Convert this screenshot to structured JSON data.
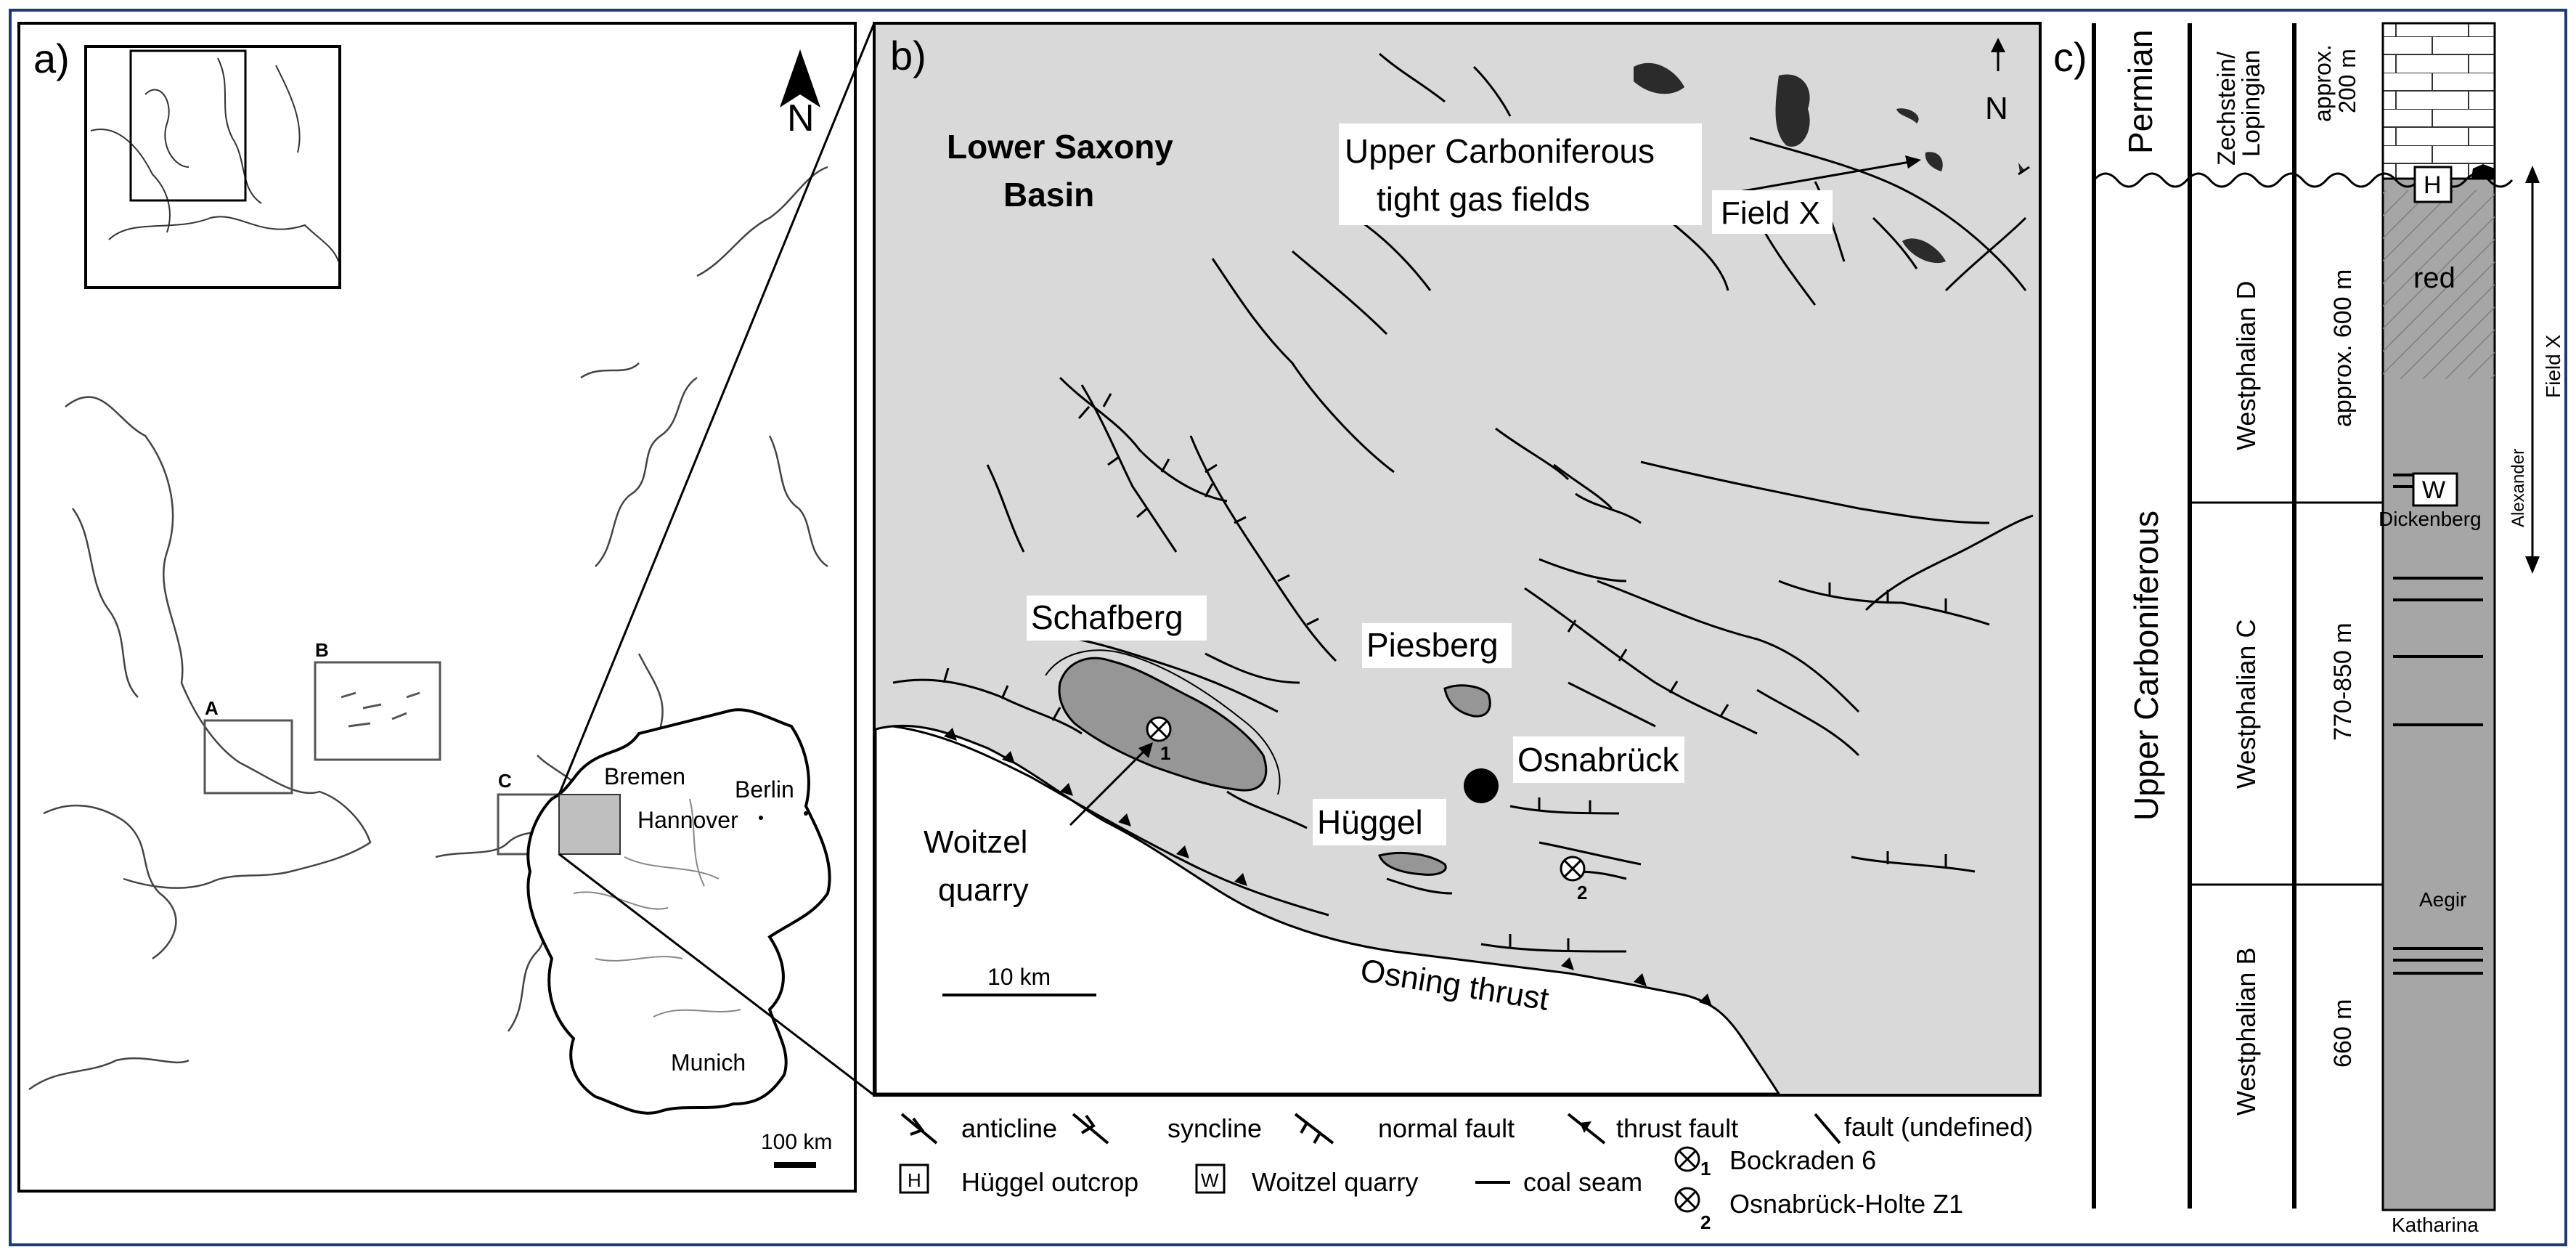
{
  "panels": {
    "a": {
      "label": "a)",
      "north": "N",
      "inset_boxes": [
        "A",
        "B",
        "C"
      ],
      "cities": [
        "Bremen",
        "Hannover",
        "Berlin",
        "Munich"
      ],
      "scale_bar": "100 km"
    },
    "b": {
      "label": "b)",
      "north": "N",
      "basin_line1": "Lower Saxony",
      "basin_line2": "Basin",
      "gas_line1": "Upper Carboniferous",
      "gas_line2": "tight gas fields",
      "field_x": "Field X",
      "schafberg": "Schafberg",
      "piesberg": "Piesberg",
      "osnabrueck": "Osnabrück",
      "hueggel": "Hüggel",
      "woitzel_line1": "Woitzel",
      "woitzel_line2": "quarry",
      "osning": "Osning thrust",
      "scale_bar": "10 km",
      "well_1": "1",
      "well_2": "2"
    },
    "c": {
      "label": "c)",
      "period_permian": "Permian",
      "period_carb": "Upper Carboniferous",
      "stage_zechstein_1": "Zechstein/",
      "stage_zechstein_2": "Lopingian",
      "stage_wd": "Westphalian D",
      "stage_wc": "Westphalian C",
      "stage_wb": "Westphalian B",
      "thick_z_1": "approx.",
      "thick_z_2": "200 m",
      "thick_wd": "approx. 600 m",
      "thick_wc": "770-850 m",
      "thick_wb": "660 m",
      "marker_h": "H",
      "marker_w": "W",
      "red": "red",
      "field_x": "Field X",
      "alexander": "Alexander",
      "dickenberg": "Dickenberg",
      "aegir": "Aegir",
      "katharina": "Katharina"
    }
  },
  "legend": {
    "anticline": "anticline",
    "syncline": "syncline",
    "normal_fault": "normal fault",
    "thrust_fault": "thrust fault",
    "fault_undefined": "fault (undefined)",
    "h_box": "H",
    "h_label": "Hüggel outcrop",
    "w_box": "W",
    "w_label": "Woitzel quarry",
    "coal_seam": "coal seam",
    "well_1_num": "1",
    "well_1_label": "Bockraden 6",
    "well_2_num": "2",
    "well_2_label": "Osnabrück-Holte Z1"
  },
  "colors": {
    "frame": "#1f3a6e",
    "land_gray": "#d9d9d9",
    "outcrop_gray": "#969696",
    "strat_gray": "#a6a6a6",
    "gas_field": "#2b2b2b"
  }
}
